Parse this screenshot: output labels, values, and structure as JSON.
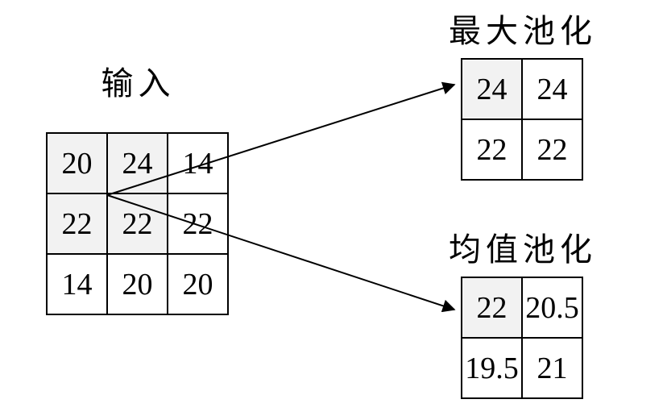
{
  "input": {
    "label": "输入",
    "rows": [
      [
        "20",
        "24",
        "14"
      ],
      [
        "22",
        "22",
        "22"
      ],
      [
        "14",
        "20",
        "20"
      ]
    ],
    "highlighted_cells": [
      [
        0,
        0
      ],
      [
        0,
        1
      ],
      [
        1,
        0
      ],
      [
        1,
        1
      ]
    ]
  },
  "max_pool": {
    "label": "最大池化",
    "rows": [
      [
        "24",
        "24"
      ],
      [
        "22",
        "22"
      ]
    ],
    "highlighted_cells": [
      [
        0,
        0
      ]
    ]
  },
  "avg_pool": {
    "label": "均值池化",
    "rows": [
      [
        "22",
        "20.5"
      ],
      [
        "19.5",
        "21"
      ]
    ],
    "highlighted_cells": [
      [
        0,
        0
      ]
    ]
  },
  "arrows": [
    {
      "from": "input-window-center",
      "to": "max-pool-grid"
    },
    {
      "from": "input-window-center",
      "to": "avg-pool-grid"
    }
  ],
  "colors": {
    "highlight": "#f2f2f2",
    "line": "#000000",
    "background": "#ffffff",
    "text": "#000000"
  }
}
